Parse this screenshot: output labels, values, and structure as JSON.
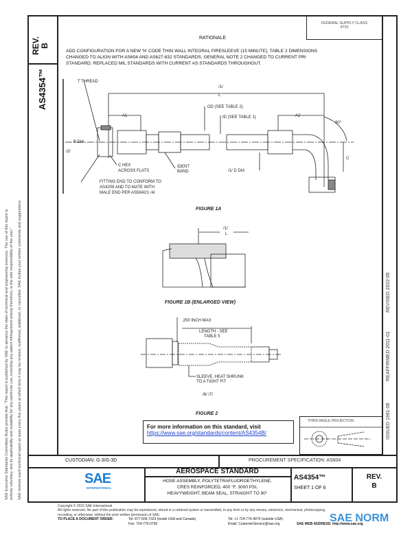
{
  "side": {
    "rev_label": "REV.",
    "rev_value": "B",
    "doc_number": "AS4354™"
  },
  "federal_supply": {
    "label": "FEDERAL SUPPLY CLASS",
    "value": "4720"
  },
  "rationale": {
    "title": "RATIONALE",
    "lines": [
      "ADD CONFIGURATION FOR A NEW 'N' CODE THIN WALL INTEGRAL FIRESLEEVE (15 MINUTE). TABLE 2 DIMENSIONS",
      "CHANGED TO ALIGN WITH AS604 AND AS627-632 STANDARDS; GENERAL NOTE 2 CHANGED TO CURRENT PRI",
      "STANDARD; REPLACED MIL STANDARDS WITH CURRENT AS STANDARDS THROUGHOUT."
    ]
  },
  "figure1a": {
    "caption": "FIGURE 1A",
    "labels": {
      "thread": "T THREAD",
      "l": "L",
      "note1": "/1/",
      "a1": "A1",
      "a2": "A2",
      "od": "OD (SEE TABLE 2)",
      "id": "ID (SEE TABLE 1)",
      "angle": "90°",
      "b_dia": "B DIA",
      "note2": "/2/",
      "c_hex": "C HEX",
      "across_flats": "ACROSS FLATS",
      "ident": "IDENT",
      "band": "BAND",
      "d_dia": "/1/ D DIA",
      "c": "C",
      "fitting_1": "FITTING END TO CONFORM TO",
      "fitting_2": "AS4209 AND TO MATE WITH",
      "fitting_3": "MALE END PER AS5842/1 /4/"
    }
  },
  "figure1b": {
    "caption": "FIGURE 1B (ENLARGED VIEW)",
    "labels": {
      "note1": "/1/",
      "l": "L"
    }
  },
  "figure2": {
    "caption": "FIGURE 2",
    "labels": {
      "max": ".250 INCH MAX",
      "length_1": "LENGTH - SEE",
      "length_2": "TABLE 5",
      "sleeve_1": "SLEEVE, HEAT SHRUNK",
      "sleeve_2": "TO A TIGHT FIT",
      "notes": "/6/ /7/"
    }
  },
  "info_box": {
    "text": "For more information on this standard, visit",
    "link": "https://www.sae.org/standards/content/AS4354B/"
  },
  "projection": {
    "label": "THIRD ANGLE PROJECTION"
  },
  "right_margin": {
    "issued": "ISSUED 1991-06",
    "reaffirmed": "REAFFIRMED 2011-01",
    "revised": "REVISED 2022-05"
  },
  "left_margin": {
    "line1": "SAE Executive Standards Committee Rules provide that: \"This report is published by SAE to advance the state of technical and engineering sciences. The use of this report is",
    "line2": "entirely voluntary, and its applicability and suitability for any particular use, including any patent infringement arising therefrom, is the sole responsibility of the user.\"",
    "line3": "SAE reviews each technical report at least every five years at which time it may be revised, reaffirmed, stabilized, or cancelled. SAE invites your written comments and suggestions."
  },
  "title_block": {
    "custodian": "CUSTODIAN: G-3/G-3D",
    "procurement": "PROCUREMENT SPECIFICATION: AS604",
    "logo": "SAE",
    "logo_sub": "INTERNATIONAL",
    "heading": "AEROSPACE STANDARD",
    "desc": [
      "HOSE ASSEMBLY, POLYTETRAFLUOROETHYLENE,",
      "CRES REINFORCED, 400 °F, 3000 PSI,",
      "HEAVYWEIGHT, BEAM SEAL, STRAIGHT TO 90°"
    ],
    "doc": "AS4354™",
    "sheet": "SHEET 1 OF 6",
    "rev_label": "REV.",
    "rev": "B"
  },
  "footer": {
    "copyright": "Copyright © 2022 SAE International",
    "rights": "All rights reserved. No part of this publication may be reproduced, stored in a retrieval system or transmitted, in any form or by any means, electronic, mechanical, photocopying,",
    "rights2": "recording, or otherwise, without the prior written permission of SAE.",
    "order": "TO PLACE A DOCUMENT ORDER:",
    "tel1": "Tel: 877-606-7323 (inside USA and Canada)",
    "fax": "Fax: 724-776-0790",
    "tel2": "Tel: +1 724-776-4970 (outside USA)",
    "email": "Email: CustomerService@sae.org",
    "web": "SAE WEB ADDRESS: http://www.sae.org",
    "watermark": "SAE NORM"
  },
  "colors": {
    "sae_blue": "#1a7fd4",
    "link": "#1a3fd0"
  }
}
